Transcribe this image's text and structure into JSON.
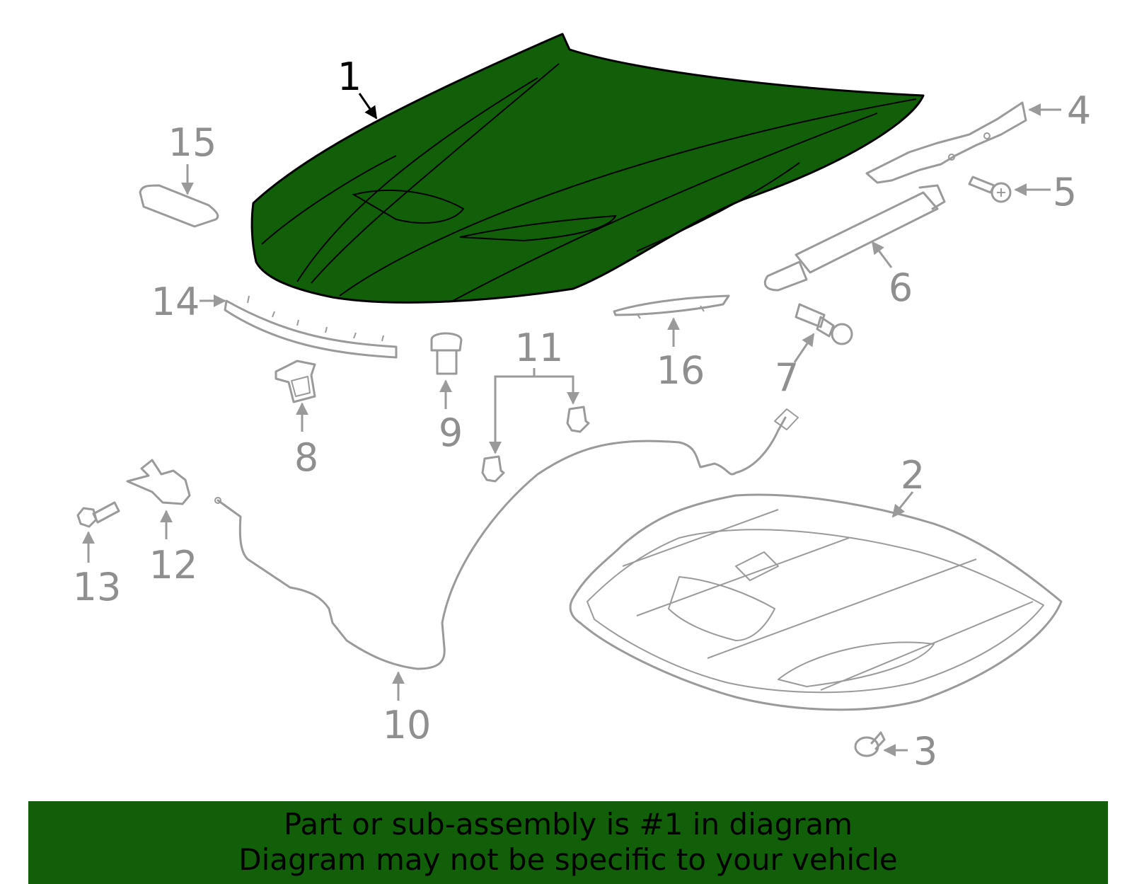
{
  "diagram": {
    "highlight_color": "#116009",
    "parts": [
      {
        "number": "1",
        "highlighted": true
      },
      {
        "number": "2"
      },
      {
        "number": "3"
      },
      {
        "number": "4"
      },
      {
        "number": "5"
      },
      {
        "number": "6"
      },
      {
        "number": "7"
      },
      {
        "number": "8"
      },
      {
        "number": "9"
      },
      {
        "number": "10"
      },
      {
        "number": "11"
      },
      {
        "number": "12"
      },
      {
        "number": "13"
      },
      {
        "number": "14"
      },
      {
        "number": "15"
      },
      {
        "number": "16"
      }
    ]
  },
  "banner": {
    "line1": "Part or sub-assembly is #1 in diagram",
    "line2": "Diagram may not be specific to your vehicle"
  }
}
